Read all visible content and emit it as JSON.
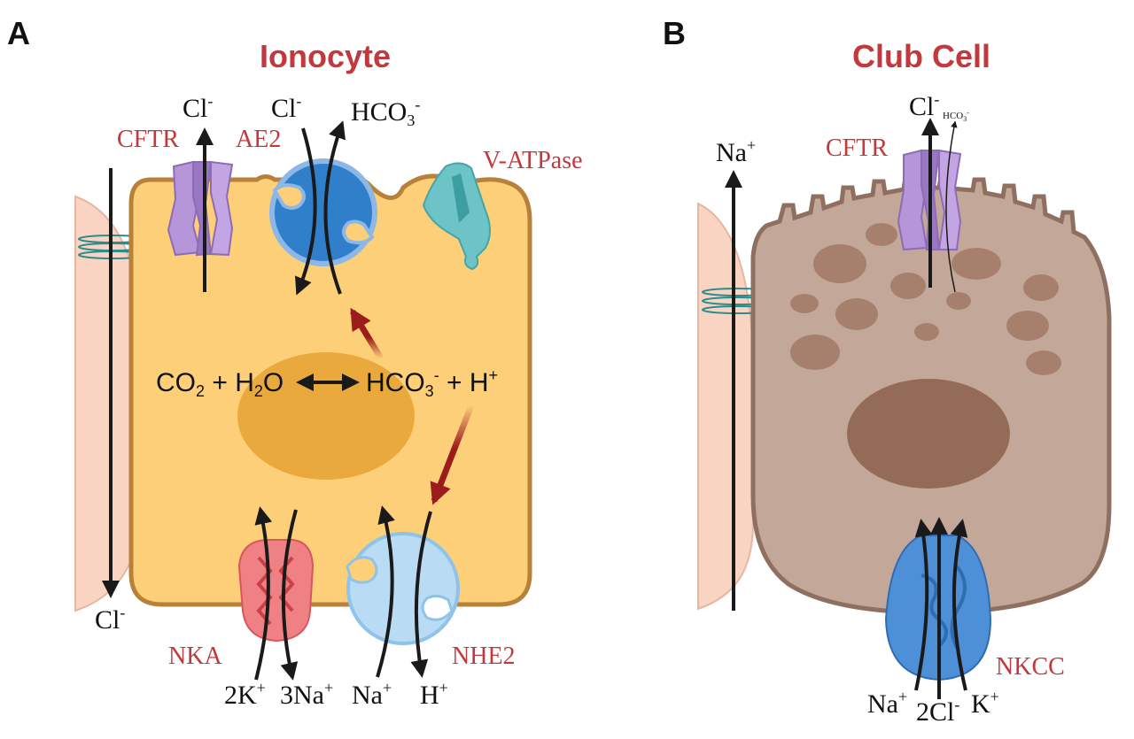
{
  "panel_a": {
    "letter": "A",
    "title": "Ionocyte",
    "labels": {
      "cftr": "CFTR",
      "ae2": "AE2",
      "vatpase": "V-ATPase",
      "nka": "NKA",
      "nhe2": "NHE2"
    },
    "ions": {
      "cl_top_left": {
        "base": "Cl",
        "sup": "-"
      },
      "cl_top_mid": {
        "base": "Cl",
        "sup": "-"
      },
      "hco3_top": {
        "base": "HCO",
        "sub": "3",
        "sup": "-"
      },
      "cl_bottom": {
        "base": "Cl",
        "sup": "-"
      },
      "k2": {
        "base": "2K",
        "sup": "+"
      },
      "na3": {
        "base": "3Na",
        "sup": "+"
      },
      "na_bottom": {
        "base": "Na",
        "sup": "+"
      },
      "h_bottom": {
        "base": "H",
        "sup": "+"
      }
    },
    "equation": {
      "co": "CO",
      "co_sub": "2",
      "plus1": " + H",
      "h2o_sub": "2",
      "o": "O",
      "hco": "HCO",
      "hco_sub": "3",
      "hco_sup": "-",
      "plus2": " + H",
      "h_sup": "+"
    }
  },
  "panel_b": {
    "letter": "B",
    "title": "Club Cell",
    "labels": {
      "cftr": "CFTR",
      "nkcc": "NKCC"
    },
    "ions": {
      "na_top": {
        "base": "Na",
        "sup": "+"
      },
      "cl_top": {
        "base": "Cl",
        "sup": "-"
      },
      "hco3_small": {
        "base": "HCO",
        "sub": "3",
        "sup": "-"
      },
      "na_bottom": {
        "base": "Na",
        "sup": "+"
      },
      "cl2_bottom": {
        "base": "2Cl",
        "sup": "-"
      },
      "k_bottom": {
        "base": "K",
        "sup": "+"
      }
    }
  },
  "colors": {
    "title_red": "#c1393c",
    "ionocyte_fill": "#fccf78",
    "ionocyte_border": "#b9803a",
    "nucleus_a": "#e9a93c",
    "club_fill": "#c3a89a",
    "club_border": "#8f6f5f",
    "granule": "#a7806d",
    "nucleus_b": "#946b57",
    "neighbor_cell": "#fad4c3",
    "cftr_purple": "#b795d9",
    "ae2_blue": "#2f7fcb",
    "vatpase_teal": "#6cc4c6",
    "nka_red": "#ef8185",
    "nhe2_lightblue": "#b9dcf4",
    "nkcc_blue": "#4d90d8",
    "dark_red_arrow": "#9c1b1b"
  }
}
